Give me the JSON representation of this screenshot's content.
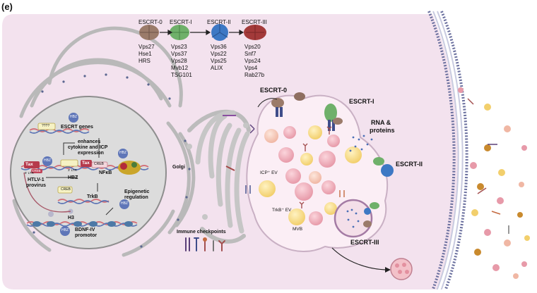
{
  "panel_label": "(e)",
  "escrt_complexes": [
    {
      "name": "ESCRT-0",
      "color": "#9b7b6a",
      "proteins": [
        "Vps27",
        "Hse1",
        "HRS"
      ]
    },
    {
      "name": "ESCRT-I",
      "color": "#6fb06a",
      "proteins": [
        "Vps23",
        "Vps37",
        "Vps28",
        "Mvb12",
        "TSG101"
      ]
    },
    {
      "name": "ESCRT-II",
      "color": "#3d78c4",
      "proteins": [
        "Vps36",
        "Vps22",
        "Vps25",
        "ALIX"
      ]
    },
    {
      "name": "ESCRT-III",
      "color": "#a33a3a",
      "proteins": [
        "Vps20",
        "Snf7",
        "Vps24",
        "Vps4",
        "Rab27b"
      ]
    }
  ],
  "labels": {
    "escrt0": "ESCRT-0",
    "escrt1": "ESCRT-I",
    "escrt2": "ESCRT-II",
    "escrt3": "ESCRT-III",
    "rna_proteins_1": "RNA &",
    "rna_proteins_2": "proteins",
    "golgi": "Golgi",
    "immune": "Immune checkpoints",
    "icp_ev": "ICP⁺ EV",
    "trkb_ev": "TrkB⁺ EV",
    "mvb": "MVB"
  },
  "nucleus": {
    "escrt_genes": "ESCRT genes",
    "unknown": "????",
    "hbz": "HBZ",
    "tax": "Tax",
    "creb": "CREB",
    "ltr_5": "5' LTR",
    "ltr_3": "3' LTR",
    "htlv_1": "HTLV-1",
    "provirus": "provirus",
    "enhances_1": "enhances",
    "enhances_2": "cytokine and ICP",
    "enhances_3": "expression",
    "nfkb": "NFκB",
    "hbz_arrow": "HBZ",
    "trkb": "TrkB",
    "epigenetic_1": "Epigenetic",
    "epigenetic_2": "regulation",
    "h3": "H3",
    "bdnf_1": "BDNF-IV",
    "bdnf_2": "promotor"
  },
  "colors": {
    "cell_fill": "#f3e2ee",
    "nucleus_fill": "#dcdcdc",
    "membrane_head": "#6a6f9e",
    "golgi_stroke": "#b5b5b5"
  }
}
